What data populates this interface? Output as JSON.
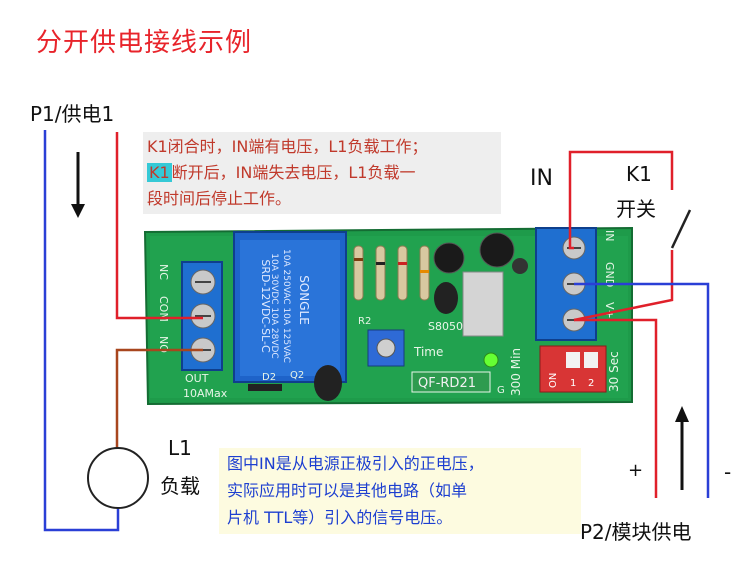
{
  "title": "分开供电接线示例",
  "p1_label": "P1/供电1",
  "p2_label": "P2/模块供电",
  "in_label": "IN",
  "k1_label": "K1",
  "k1_switch": "开关",
  "plus": "+",
  "minus": "-",
  "load_l1": "L1",
  "load_name": "负载",
  "note_top": {
    "line1": "K1闭合时，IN端有电压，L1负载工作；",
    "line2_k1": "K1",
    "line2_rest": "断开后，IN端失去电压，L1负载一",
    "line3": "段时间后停止工作。"
  },
  "note_bottom": {
    "line1": "图中IN是从电源正极引入的正电压，",
    "line2": "实际应用时可以是其他电路（如单",
    "line3": "片机 TTL等）引入的信号电压。"
  },
  "board": {
    "relay_brand": "SONGLE",
    "relay_model": "SRD-12VDC-SL-C",
    "relay_rating1": "10A 250VAC  10A 125VAC",
    "relay_rating2": "10A 30VDC  10A 28VDC",
    "nc": "NC",
    "com": "COM",
    "no": "NO",
    "out": "OUT",
    "out_rating": "10AMax",
    "d2": "D2",
    "q2": "Q2",
    "r2": "R2",
    "s8050": "S8050",
    "time": "Time",
    "model": "QF-RD21",
    "min300": "300 Min",
    "sec30": "30 Sec",
    "in_term": "IN",
    "gnd_term": "GND",
    "vplus_term": "V+",
    "dip_on": "ON",
    "dip_1": "1",
    "dip_2": "2",
    "led_g": "G"
  },
  "colors": {
    "red_wire": "#e0202a",
    "blue_wire": "#2a3fd6",
    "brown_wire": "#a8461e",
    "pcb": "#1f9a4a",
    "terminal": "#1f6fd0"
  }
}
